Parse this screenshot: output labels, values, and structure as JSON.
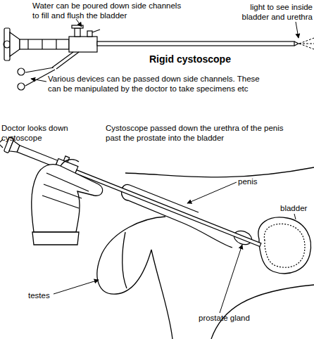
{
  "diagram": {
    "labels": [
      "Water can be poured down side channels to fill and flush the bladder",
      "light to see inside bladder and urethra",
      "Rigid cystoscope",
      "Various devices can be passed down side channels. These can be manipulated by the doctor to take specimens etc",
      "Doctor looks down cystoscope",
      "Cystoscope passed down the urethra of the penis past the prostate into the bladder",
      "penis",
      "bladder",
      "testes",
      "prostate gland"
    ]
  }
}
